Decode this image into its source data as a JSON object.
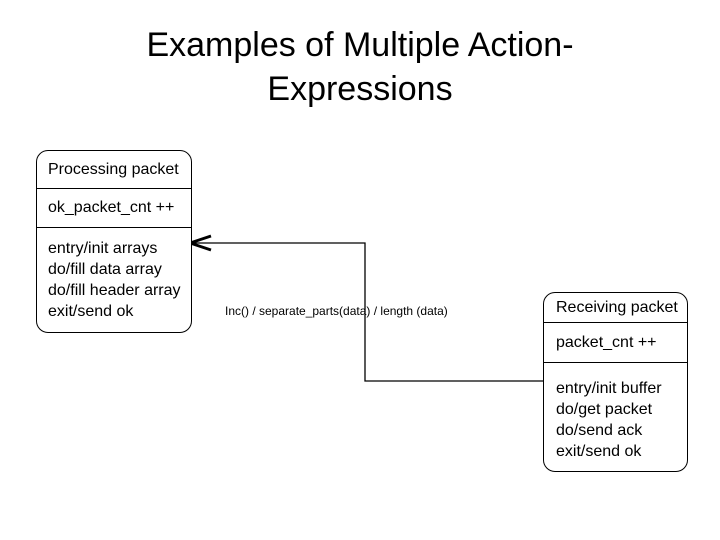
{
  "slide": {
    "title_line1": "Examples of Multiple Action-",
    "title_line2": "Expressions"
  },
  "states": {
    "processing": {
      "name": "Processing packet",
      "action": "ok_packet_cnt ++",
      "internals": [
        "entry/init arrays",
        "do/fill data array",
        "do/fill header array",
        "exit/send ok"
      ]
    },
    "receiving": {
      "name": "Receiving packet",
      "action": "packet_cnt ++",
      "internals": [
        "entry/init buffer",
        "do/get packet",
        "do/send ack",
        "exit/send ok"
      ]
    }
  },
  "transition": {
    "label": "Inc() / separate_parts(data) / length (data)",
    "direction": "receiving-to-processing"
  },
  "colors": {
    "background": "#ffffff",
    "line": "#000000",
    "text": "#000000"
  }
}
